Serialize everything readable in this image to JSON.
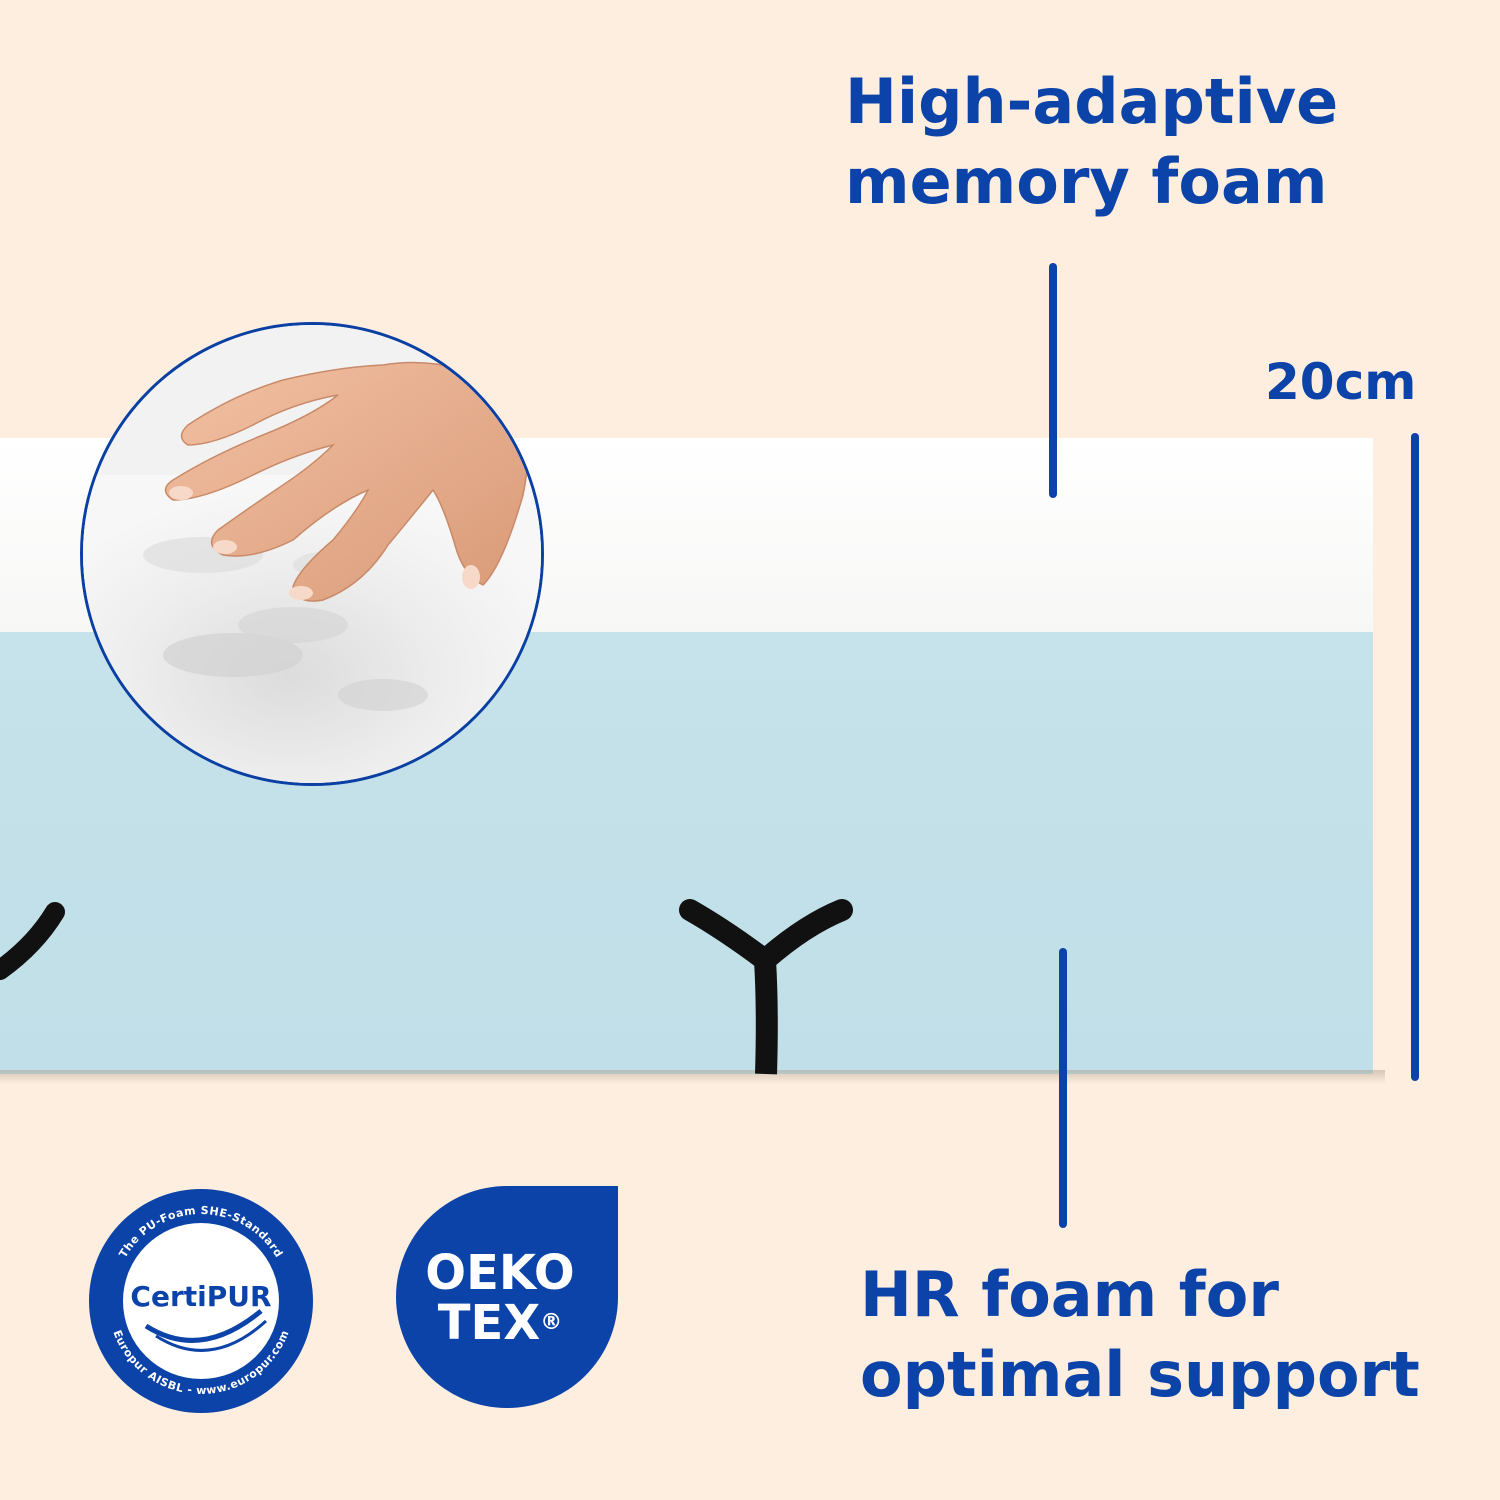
{
  "labels": {
    "top_line1": "High-adaptive",
    "top_line2": "memory foam",
    "height": "20cm",
    "bottom_line1": "HR foam for",
    "bottom_line2": "optimal support"
  },
  "badges": {
    "certipur": {
      "name": "CertiPUR",
      "ring_top": "The PU-Foam SHE-Standard",
      "ring_bottom": "Europur AISBL - www.europur.com"
    },
    "oeko_tex": {
      "line1": "OEKO",
      "line2": "TEX",
      "mark": "®"
    }
  },
  "colors": {
    "background": "#fdeee0",
    "accent_blue": "#0b43a8",
    "top_layer": "#ffffff",
    "bottom_layer": "#c2e0e9",
    "spring": "#111111"
  },
  "icons": {
    "zoom": "hand-pressing-foam",
    "spring": "y-shaped-spring"
  }
}
